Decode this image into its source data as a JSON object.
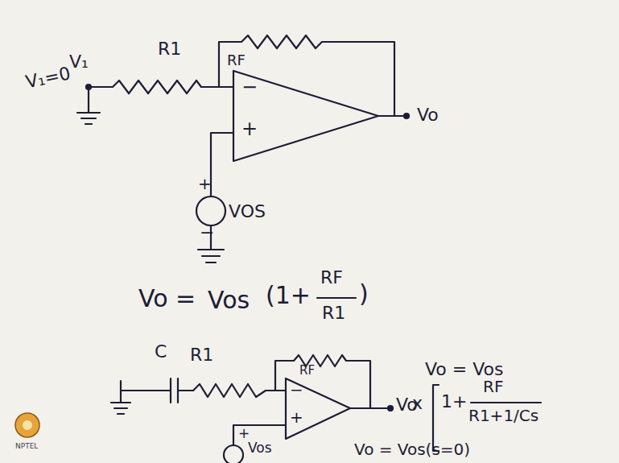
{
  "diagram": {
    "labels": [
      "V₁=0",
      "V₁",
      "R1",
      "RF",
      "−",
      "+",
      "Vo",
      "+",
      "VOS",
      "−",
      "Vo =",
      "Vos",
      "(1+",
      "RF",
      "R1",
      ")",
      "C",
      "R1",
      "RF",
      "−",
      "+",
      "Vo",
      "+",
      "Vos",
      "Vo = Vos",
      "x",
      "1+",
      "RF",
      "R1+1/Cs",
      "Vo = Vos(s=0)",
      "NPTEL"
    ]
  }
}
